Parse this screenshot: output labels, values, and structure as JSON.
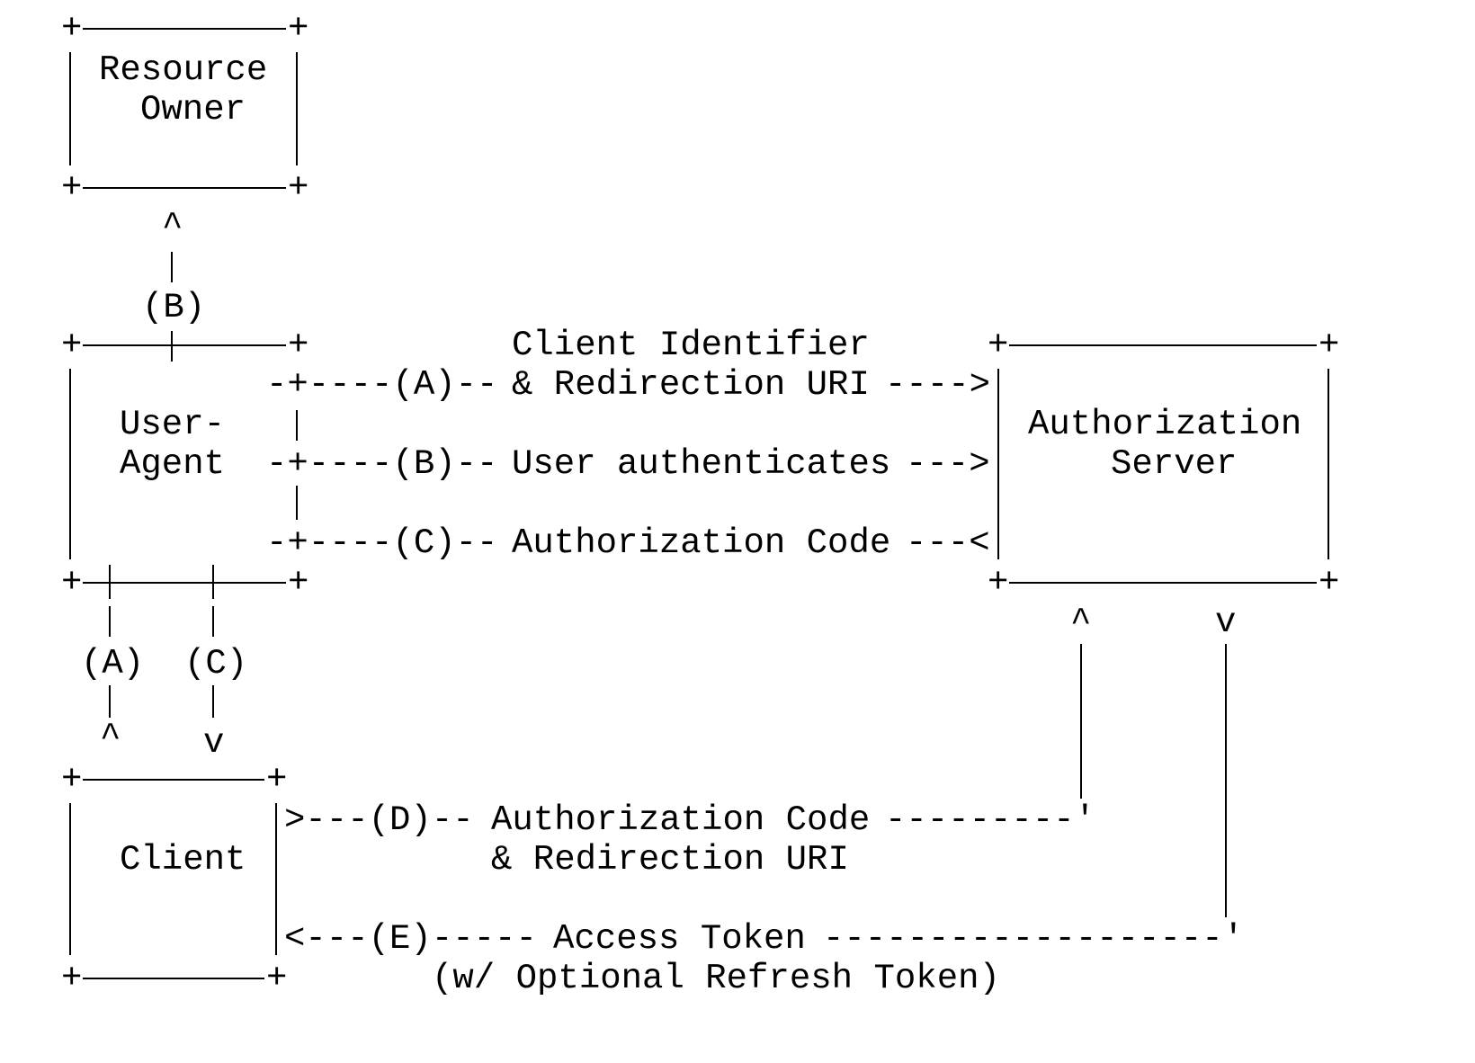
{
  "diagram": {
    "resource_owner": {
      "label_line1": "Resource",
      "label_line2": "Owner"
    },
    "user_agent": {
      "label_line1": "User-",
      "label_line2": "Agent"
    },
    "authorization_server": {
      "label_line1": "Authorization",
      "label_line2": "Server"
    },
    "client": {
      "label": "Client"
    },
    "flow_b_vertical": {
      "step": "(B)"
    },
    "flow_a_horizontal": {
      "prefix": "-+----(A)--",
      "label_line1": "Client Identifier",
      "label_line2": "& Redirection URI",
      "arrow": "---->"
    },
    "flow_b_horizontal": {
      "prefix": "-+----(B)--",
      "label": "User authenticates",
      "arrow": "--->"
    },
    "flow_c_horizontal": {
      "prefix": "-+----(C)--",
      "label": "Authorization Code",
      "arrow": "---<"
    },
    "flow_a_vertical": {
      "step": "(A)"
    },
    "flow_c_vertical": {
      "step": "(C)"
    },
    "flow_d": {
      "prefix": ">---(D)--",
      "label_line1": "Authorization Code",
      "label_line2": "& Redirection URI",
      "tail": "---------'"
    },
    "flow_e": {
      "prefix": "<---(E)-----",
      "label_line1": "Access Token",
      "label_line2": "(w/ Optional Refresh Token)",
      "tail": "-------------------'"
    },
    "glyphs": {
      "plus": "+",
      "caret": "^",
      "vee": "v"
    }
  }
}
